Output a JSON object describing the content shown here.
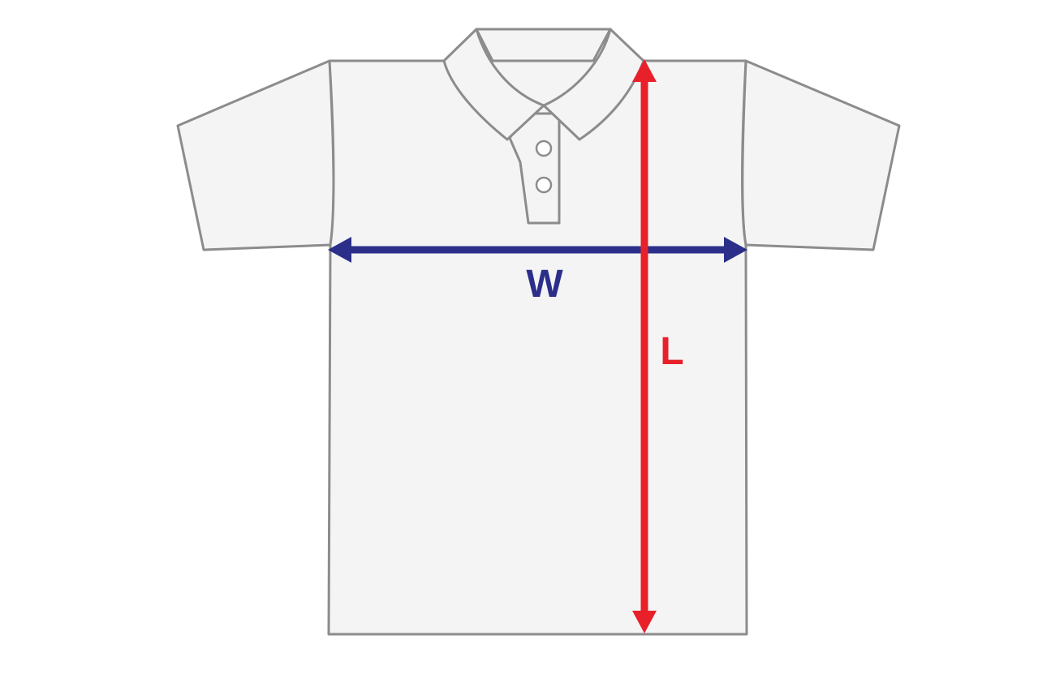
{
  "labels": {
    "width": "W",
    "length": "L"
  },
  "colors": {
    "shirt_fill": "#f4f4f5",
    "shirt_outline": "#8c8c8c",
    "width_arrow": "#2b2f8a",
    "length_arrow": "#e8202a",
    "background": "#ffffff"
  },
  "icons": {
    "garment": "polo-shirt-outline",
    "width_measure": "double-headed-horizontal-arrow",
    "length_measure": "double-headed-vertical-arrow"
  }
}
